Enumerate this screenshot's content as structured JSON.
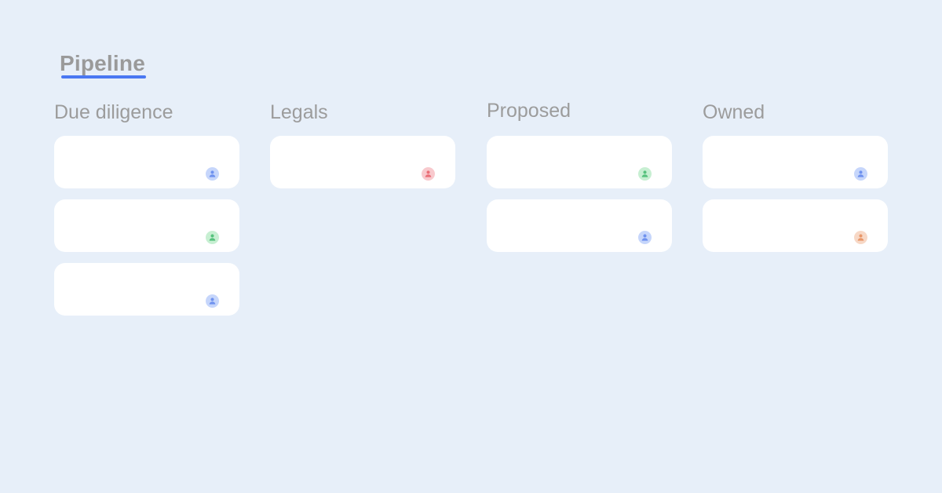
{
  "page": {
    "title": "Pipeline"
  },
  "columns": [
    {
      "name": "Due diligence",
      "cards": [
        {
          "avatar_color": "blue"
        },
        {
          "avatar_color": "green"
        },
        {
          "avatar_color": "blue"
        }
      ]
    },
    {
      "name": "Legals",
      "cards": [
        {
          "avatar_color": "red"
        }
      ]
    },
    {
      "name": "Proposed",
      "cards": [
        {
          "avatar_color": "green"
        },
        {
          "avatar_color": "blue"
        }
      ]
    },
    {
      "name": "Owned",
      "cards": [
        {
          "avatar_color": "blue"
        },
        {
          "avatar_color": "orange"
        }
      ]
    }
  ],
  "colors": {
    "background": "#e7eff9",
    "accent": "#4a78f2",
    "avatar_blue": "#c6d6fb",
    "avatar_green": "#c7efd2",
    "avatar_red": "#f8c9cd",
    "avatar_orange": "#f7d8c6"
  },
  "icons": {
    "avatar": "user-icon"
  }
}
